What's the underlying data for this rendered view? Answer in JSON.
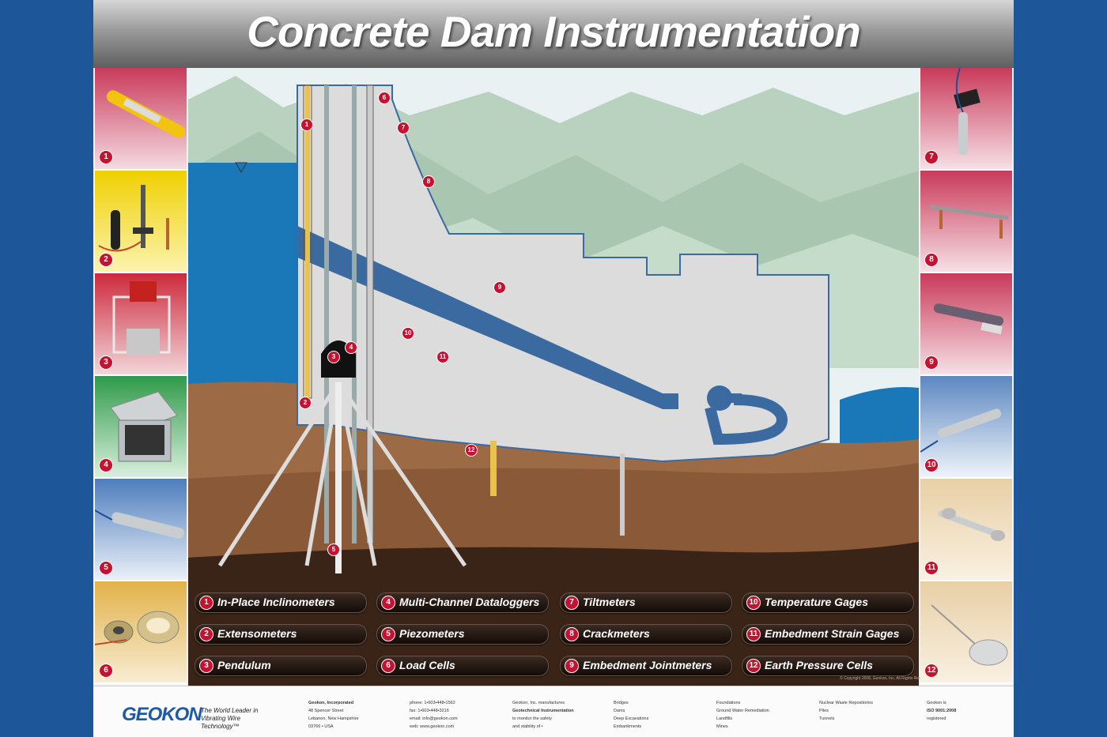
{
  "title": "Concrete Dam Instrumentation",
  "left_tiles": [
    {
      "num": "1",
      "icon": "inclinometer-photo-icon"
    },
    {
      "num": "2",
      "icon": "extensometer-photo-icon"
    },
    {
      "num": "3",
      "icon": "pendulum-photo-icon"
    },
    {
      "num": "4",
      "icon": "datalogger-photo-icon"
    },
    {
      "num": "5",
      "icon": "piezometer-photo-icon"
    },
    {
      "num": "6",
      "icon": "load-cell-photo-icon"
    }
  ],
  "right_tiles": [
    {
      "num": "7",
      "icon": "tiltmeter-photo-icon"
    },
    {
      "num": "8",
      "icon": "crackmeter-photo-icon"
    },
    {
      "num": "9",
      "icon": "jointmeter-photo-icon"
    },
    {
      "num": "10",
      "icon": "temperature-gage-photo-icon"
    },
    {
      "num": "11",
      "icon": "strain-gage-photo-icon"
    },
    {
      "num": "12",
      "icon": "pressure-cell-photo-icon"
    }
  ],
  "legend": [
    {
      "num": "1",
      "label": "In-Place Inclinometers"
    },
    {
      "num": "4",
      "label": "Multi-Channel Dataloggers"
    },
    {
      "num": "7",
      "label": "Tiltmeters"
    },
    {
      "num": "10",
      "label": "Temperature Gages"
    },
    {
      "num": "2",
      "label": "Extensometers"
    },
    {
      "num": "5",
      "label": "Piezometers"
    },
    {
      "num": "8",
      "label": "Crackmeters"
    },
    {
      "num": "11",
      "label": "Embedment Strain Gages"
    },
    {
      "num": "3",
      "label": "Pendulum"
    },
    {
      "num": "6",
      "label": "Load Cells"
    },
    {
      "num": "9",
      "label": "Embedment Jointmeters"
    },
    {
      "num": "12",
      "label": "Earth Pressure Cells"
    }
  ],
  "markers": [
    "1",
    "2",
    "3",
    "4",
    "5",
    "6",
    "7",
    "8",
    "9",
    "10",
    "11",
    "12"
  ],
  "copyright": "© Copyright 2008, Geokon, Inc. All Rights Reserved.",
  "footer": {
    "logo": "GEOKON",
    "tagline": "The World Leader in Vibrating Wire Technology™",
    "address": [
      "Geokon, Incorporated",
      "48 Spencer Street",
      "Lebanon, New Hampshire",
      "03766 • USA"
    ],
    "contact": [
      "phone: 1•603•448•1562",
      "fax: 1•603•448•3216",
      "email: info@geokon.com",
      "web: www.geokon.com"
    ],
    "about": [
      "Geokon, Inc. manufactures",
      "Geotechnical Instrumentation",
      "to monitor the safety",
      "and stability of •"
    ],
    "list1": [
      "Bridges",
      "Dams",
      "Deep Excavations",
      "Embankments"
    ],
    "list2": [
      "Foundations",
      "Ground Water Remediation",
      "Landfills",
      "Mines"
    ],
    "list3": [
      "Nuclear Waste Repositories",
      "Piles",
      "Tunnels"
    ],
    "cert": [
      "Geokon is",
      "ISO 9001:2008",
      "registered"
    ]
  },
  "colors": {
    "background": "#1d5799",
    "badge": "#c41230",
    "water": "#1a78b8",
    "soil": "#9c6a45",
    "concrete": "#dcdcdc",
    "gallery": "#3a6aa0"
  }
}
